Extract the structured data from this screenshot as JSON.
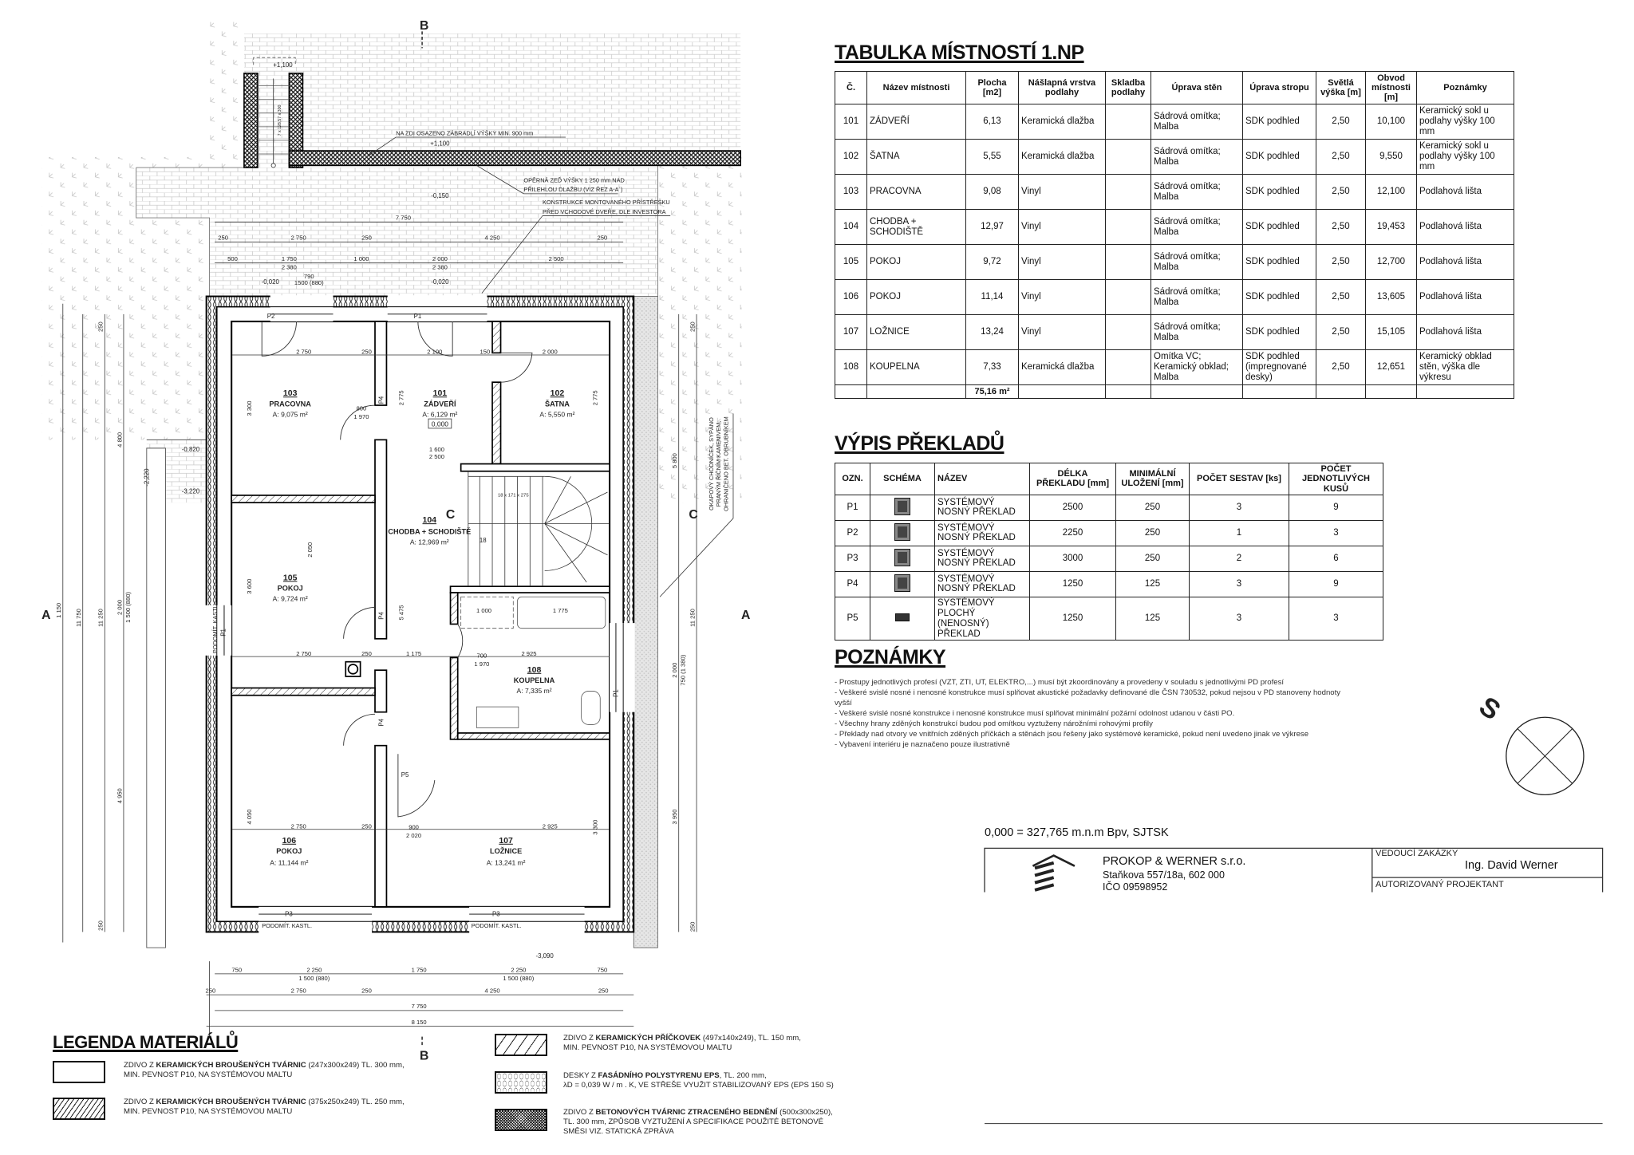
{
  "room_table": {
    "title": "TABULKA MÍSTNOSTÍ 1.NP",
    "headers": [
      "Č.",
      "Název místnosti",
      "Plocha [m2]",
      "Nášlapná vrstva podlahy",
      "Skladba podlahy",
      "Úprava stěn",
      "Úprava stropu",
      "Světlá výška [m]",
      "Obvod místnosti [m]",
      "Poznámky"
    ],
    "rows": [
      [
        "101",
        "ZÁDVEŘÍ",
        "6,13",
        "Keramická dlažba",
        "",
        "Sádrová omítka; Malba",
        "SDK podhled",
        "2,50",
        "10,100",
        "Keramický sokl u podlahy výšky 100 mm"
      ],
      [
        "102",
        "ŠATNA",
        "5,55",
        "Keramická dlažba",
        "",
        "Sádrová omítka; Malba",
        "SDK podhled",
        "2,50",
        "9,550",
        "Keramický sokl u podlahy výšky 100 mm"
      ],
      [
        "103",
        "PRACOVNA",
        "9,08",
        "Vinyl",
        "",
        "Sádrová omítka; Malba",
        "SDK podhled",
        "2,50",
        "12,100",
        "Podlahová lišta"
      ],
      [
        "104",
        "CHODBA + SCHODIŠTĚ",
        "12,97",
        "Vinyl",
        "",
        "Sádrová omítka; Malba",
        "SDK podhled",
        "2,50",
        "19,453",
        "Podlahová lišta"
      ],
      [
        "105",
        "POKOJ",
        "9,72",
        "Vinyl",
        "",
        "Sádrová omítka; Malba",
        "SDK podhled",
        "2,50",
        "12,700",
        "Podlahová lišta"
      ],
      [
        "106",
        "POKOJ",
        "11,14",
        "Vinyl",
        "",
        "Sádrová omítka; Malba",
        "SDK podhled",
        "2,50",
        "13,605",
        "Podlahová lišta"
      ],
      [
        "107",
        "LOŽNICE",
        "13,24",
        "Vinyl",
        "",
        "Sádrová omítka; Malba",
        "SDK podhled",
        "2,50",
        "15,105",
        "Podlahová lišta"
      ],
      [
        "108",
        "KOUPELNA",
        "7,33",
        "Keramická dlažba",
        "",
        "Omítka VC; Keramický obklad; Malba",
        "SDK podhled (impregnované desky)",
        "2,50",
        "12,651",
        "Keramický obklad stěn,  výška dle výkresu"
      ]
    ],
    "total": "75,16 m²"
  },
  "lintel_table": {
    "title": "VÝPIS PŘEKLADŮ",
    "headers": [
      "OZN.",
      "SCHÉMA",
      "NÁZEV",
      "DÉLKA PŘEKLADU [mm]",
      "MINIMÁLNÍ ULOŽENÍ [mm]",
      "POČET SESTAV [ks]",
      "POČET JEDNOTLIVÝCH KUSŮ"
    ],
    "rows": [
      [
        "P1",
        "bearing-lintel-icon",
        "SYSTÉMOVÝ NOSNÝ PŘEKLAD",
        "2500",
        "250",
        "3",
        "9"
      ],
      [
        "P2",
        "bearing-lintel-icon",
        "SYSTÉMOVÝ NOSNÝ PŘEKLAD",
        "2250",
        "250",
        "1",
        "3"
      ],
      [
        "P3",
        "bearing-lintel-icon",
        "SYSTÉMOVÝ NOSNÝ PŘEKLAD",
        "3000",
        "250",
        "2",
        "6"
      ],
      [
        "P4",
        "bearing-lintel-icon",
        "SYSTÉMOVÝ NOSNÝ PŘEKLAD",
        "1250",
        "125",
        "3",
        "9"
      ],
      [
        "P5",
        "flat-lintel-icon",
        "SYSTÉMOVÝ PLOCHÝ (NENOSNÝ) PŘEKLAD",
        "1250",
        "125",
        "3",
        "3"
      ]
    ]
  },
  "notes": {
    "title": "POZNÁMKY",
    "items": [
      "- Prostupy jednotlivých profesí (VZT, ZTI, UT, ELEKTRO,...) musí být zkoordinovány a provedeny v souladu s jednotlivými PD profesí",
      "- Veškeré svislé nosné i nenosné konstrukce musí splňovat akustické požadavky definované dle ČSN 730532, pokud nejsou v PD stanoveny hodnoty vyšší",
      "- Veškeré svislé nosné konstrukce i nenosné konstrukce musí splňovat minimální požární odolnost udanou v části PO.",
      "- Všechny hrany zděných konstrukcí budou pod omítkou vyztuženy nárožními rohovými profily",
      "- Překlady nad otvory ve vnitřních zděných příčkách a stěnách jsou řešeny jako systémové keramické, pokud není uvedeno jinak ve výkrese",
      "- Vybavení interiéru je naznačeno pouze ilustrativně"
    ]
  },
  "compass": {
    "north_letter": "S"
  },
  "datum": "0,000 = 327,765 m.n.m Bpv, SJTSK",
  "title_block": {
    "company": "PROKOP & WERNER s.r.o.",
    "address": "Staňkova 557/18a, 602 000",
    "ico": "IČO 09598952",
    "manager_label": "VEDOUCÍ ZAKÁZKY",
    "manager_name": "Ing. David Werner",
    "designer_label": "AUTORIZOVANÝ PROJEKTANT"
  },
  "legend": {
    "title": "LEGENDA MATERIÁLŮ",
    "items": [
      {
        "prefix": "ZDIVO Z ",
        "bold": "KERAMICKÝCH BROUŠENÝCH TVÁRNIC",
        "rest": " (247x300x249) TL. 300 mm,",
        "line2": "MIN. PEVNOST P10, NA SYSTÉMOVOU MALTU",
        "line3": ""
      },
      {
        "prefix": "ZDIVO Z ",
        "bold": "KERAMICKÝCH BROUŠENÝCH TVÁRNIC",
        "rest": " (375x250x249) TL. 250 mm,",
        "line2": "MIN. PEVNOST P10, NA SYSTÉMOVOU MALTU",
        "line3": ""
      },
      {
        "prefix": "ZDIVO Z ",
        "bold": "KERAMICKÝCH PŘÍČKOVEK",
        "rest": " (497x140x249), TL. 150 mm,",
        "line2": "MIN. PEVNOST P10, NA SYSTÉMOVOU MALTU",
        "line3": ""
      },
      {
        "prefix": "DESKY Z ",
        "bold": "FASÁDNÍHO POLYSTYRENU EPS",
        "rest": ", TL. 200 mm,",
        "line2": "λD = 0,039 W / m . K, VE STŘEŠE VYUŽIT STABILIZOVANÝ EPS (EPS 150 S)",
        "line3": ""
      },
      {
        "prefix": "ZDIVO Z ",
        "bold": "BETONOVÝCH TVÁRNIC ZTRACENÉHO BEDNĚNÍ",
        "rest": " (500x300x250),",
        "line2": "TL. 300 mm, ZPŮSOB VYZTUŽENÍ A SPECIFIKACE POUŽITÉ BETONOVÉ",
        "line3": "SMĚSI VIZ. STATICKÁ ZPRÁVA"
      }
    ]
  },
  "plan": {
    "rooms": [
      {
        "number": "101",
        "name": "ZÁDVEŘÍ",
        "area": "A: 6,129 m²"
      },
      {
        "number": "102",
        "name": "ŠATNA",
        "area": "A: 5,550 m²"
      },
      {
        "number": "103",
        "name": "PRACOVNA",
        "area": "A: 9,075 m²"
      },
      {
        "number": "104",
        "name": "CHODBA + SCHODIŠTĚ",
        "area": "A: 12,969 m²"
      },
      {
        "number": "105",
        "name": "POKOJ",
        "area": "A: 9,724 m²"
      },
      {
        "number": "106",
        "name": "POKOJ",
        "area": "A: 11,144 m²"
      },
      {
        "number": "107",
        "name": "LOŽNICE",
        "area": "A: 13,241 m²"
      },
      {
        "number": "108",
        "name": "KOUPELNA",
        "area": "A: 7,335 m²"
      }
    ],
    "floor_level": "0,000",
    "elevations": [
      "+1,100",
      "+1,100",
      "-0,150",
      "-0,020",
      "-0,020",
      "-0,820",
      "-2,220",
      "-3,220",
      "-3,090"
    ],
    "annotations": {
      "railing": "NA ZDI OSAZENO ZÁBRADLÍ VÝŠKY MIN. 900 mm",
      "retaining_1": "OPĚRNÁ ZEĎ VÝŠKY 1 250 mm NAD",
      "retaining_2": "PŘILEHLOU DLAŽBU (VIZ ŘEZ A-A´)",
      "canopy_1": "KONSTRUKCE MONTOVANÉHO PŘÍSTŘEŠKU",
      "canopy_2": "PŘED VCHODOVÉ DVEŘE, DLE INVESTORA",
      "gutter_1": "OKAPOVÝ CHODNÍČEK, SYPÁNO",
      "gutter_2": "PRANÝM ŘÍČNÍM KAMENIVEM,",
      "gutter_3": "OHRANIČENO BET. OBRUBNÍKEM",
      "blind_box": "PODOMÍT. KASTL.",
      "stair_count": "18",
      "stair_spec": "18 x 171 x 275",
      "outdoor_stair": "7 x 128,57 x 300"
    },
    "lintel_tags": [
      "P1",
      "P2",
      "P3",
      "P4",
      "P5"
    ],
    "sections": {
      "a": "A",
      "b": "B",
      "c": "C"
    },
    "dims": {
      "top": [
        "7 750",
        "250",
        "2 750",
        "250",
        "4 250",
        "250",
        "500",
        "1 750",
        "1 000",
        "2 000",
        "2 500",
        "2 380",
        "2 380",
        "790",
        "1500 (880)"
      ],
      "bottom": [
        "750",
        "2 250",
        "1 500 (880)",
        "1 750",
        "2 250",
        "1 500 (880)",
        "750",
        "250",
        "2 750",
        "250",
        "4 250",
        "250",
        "7 750",
        "8 150"
      ],
      "left": [
        "1 150",
        "11 750",
        "11 250",
        "250",
        "250",
        "4 800",
        "2 000",
        "1 500 (880)",
        "4 950"
      ],
      "right": [
        "5 800",
        "2 000",
        "750 (1 380)",
        "3 950",
        "11 250",
        "250",
        "250"
      ],
      "interior": [
        "2 750",
        "250",
        "2 100",
        "150",
        "2 000",
        "3 300",
        "2 775",
        "2 775",
        "800",
        "1 970",
        "1 600",
        "2 500",
        "2 750",
        "250",
        "1 175",
        "2 925",
        "3 600",
        "2 050",
        "5 475",
        "1 000",
        "1 775",
        "2 750",
        "250",
        "2 925",
        "4 050",
        "3 300",
        "900",
        "2 020",
        "700",
        "1 970"
      ]
    }
  }
}
